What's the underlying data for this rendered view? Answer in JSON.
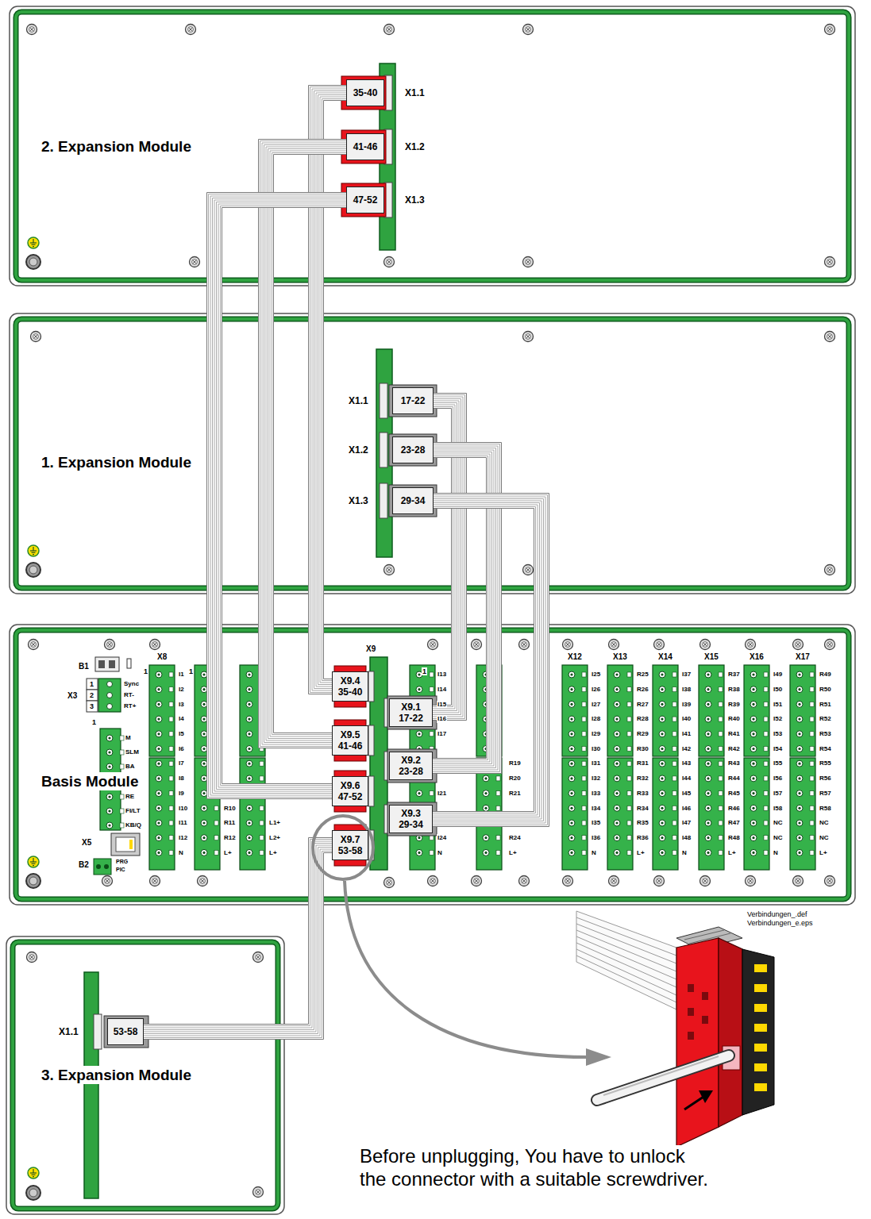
{
  "diagram": {
    "nodes": [
      {
        "text": [
          "2. Expansion Module"
        ]
      },
      {
        "text": [
          "35-40",
          "X1.1"
        ],
        "in": 0
      },
      {
        "text": [
          "41-46",
          "X1.2"
        ],
        "in": 0
      },
      {
        "text": [
          "47-52",
          "X1.3"
        ],
        "in": 0
      },
      {
        "text": [
          "1. Expansion Module"
        ]
      },
      {
        "text": [
          "17-22",
          "X1.1"
        ],
        "in": 4
      },
      {
        "text": [
          "23-28",
          "X1.2"
        ],
        "in": 4
      },
      {
        "text": [
          "29-34",
          "X1.3"
        ],
        "in": 4
      },
      {
        "text": [
          "Basis Module"
        ]
      },
      {
        "text": [
          "X9.4",
          "35-40"
        ],
        "in": 8
      },
      {
        "text": [
          "X9.1",
          "17-22"
        ],
        "in": 8
      },
      {
        "text": [
          "X9.5",
          "41-46"
        ],
        "in": 8
      },
      {
        "text": [
          "X9.2",
          "23-28"
        ],
        "in": 8
      },
      {
        "text": [
          "X9.6",
          "47-52"
        ],
        "in": 8
      },
      {
        "text": [
          "X9.3",
          "29-34"
        ],
        "in": 8
      },
      {
        "text": [
          "X9.7",
          "53-58"
        ],
        "in": 8
      },
      {
        "text": [
          "3. Expansion Module"
        ]
      },
      {
        "text": [
          "53-58",
          "X1.1"
        ],
        "in": 16
      }
    ],
    "edges": [
      {
        "from": 1,
        "to": 9,
        "arrow": "none"
      },
      {
        "from": 2,
        "to": 11,
        "arrow": "none"
      },
      {
        "from": 3,
        "to": 13,
        "arrow": "none"
      },
      {
        "from": 5,
        "to": 10,
        "arrow": "none"
      },
      {
        "from": 6,
        "to": 12,
        "arrow": "none"
      },
      {
        "from": 7,
        "to": 14,
        "arrow": "none"
      },
      {
        "from": 17,
        "to": 15,
        "arrow": "none"
      }
    ],
    "labels": [
      "X9",
      "B1",
      "X3",
      "1",
      "2",
      "3",
      "Sync",
      "RT-",
      "RT+",
      "1",
      "M",
      "SLM",
      "BA",
      "RE",
      "FI/LT",
      "KB/Q",
      "X5",
      "B2",
      "PRG",
      "PIC",
      "X8",
      "1",
      "I1",
      "I2",
      "I3",
      "I4",
      "I5",
      "I6",
      "I7",
      "I8",
      "I9",
      "I10",
      "I11",
      "I12",
      "N",
      "1",
      "R10",
      "R11",
      "R12",
      "L+",
      "L1+",
      "L2+",
      "L+",
      "1",
      "I13",
      "I14",
      "I15",
      "I16",
      "I17",
      "I21",
      "I24",
      "N",
      "R19",
      "R20",
      "R21",
      "R24",
      "L+",
      "X12",
      "I25",
      "I26",
      "I27",
      "I28",
      "I29",
      "I30",
      "I31",
      "I32",
      "I33",
      "I34",
      "I35",
      "I36",
      "N",
      "X13",
      "R25",
      "R26",
      "R27",
      "R28",
      "R29",
      "R30",
      "R31",
      "R32",
      "R33",
      "R34",
      "R35",
      "R36",
      "L+",
      "X14",
      "I37",
      "I38",
      "I39",
      "I40",
      "I41",
      "I42",
      "I43",
      "I44",
      "I45",
      "I46",
      "I47",
      "I48",
      "N",
      "X15",
      "R37",
      "R38",
      "R39",
      "R40",
      "R41",
      "R42",
      "R43",
      "R44",
      "R45",
      "R46",
      "R47",
      "R48",
      "L+",
      "X16",
      "I49",
      "I50",
      "I51",
      "I52",
      "I53",
      "I54",
      "I55",
      "I56",
      "I57",
      "I58",
      "NC",
      "NC",
      "N",
      "X17",
      "R49",
      "R50",
      "R51",
      "R52",
      "R53",
      "R54",
      "R55",
      "R56",
      "R57",
      "R58",
      "NC",
      "NC",
      "L+",
      "Verbindungen_.def",
      "Verbindungen_e.eps",
      "Before unplugging, You have to unlock the connector with a suitable screwdriver."
    ]
  }
}
